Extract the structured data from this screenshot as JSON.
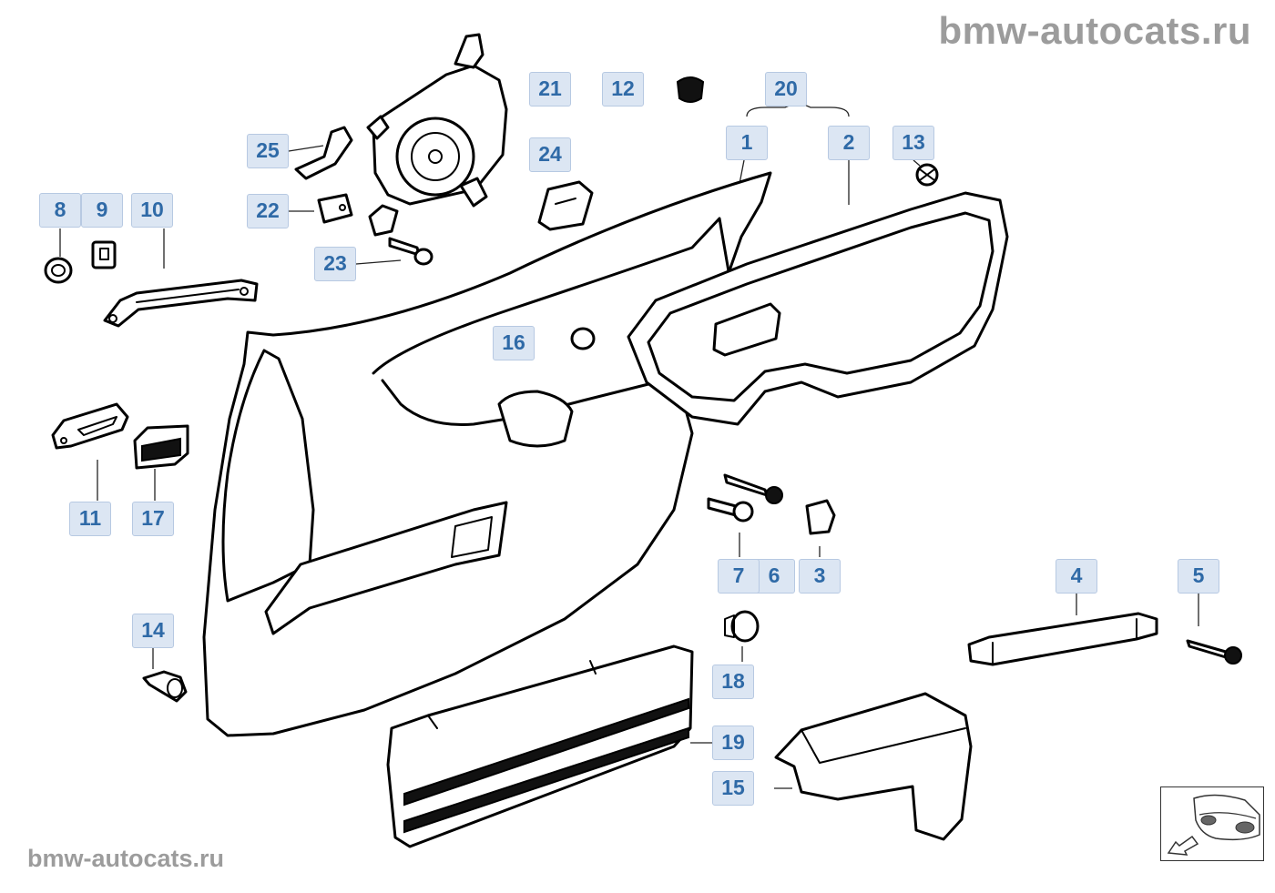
{
  "watermark": {
    "top": "bmw-autocats.ru",
    "bottom": "bmw-autocats.ru"
  },
  "callouts": [
    {
      "id": "1",
      "label": "1"
    },
    {
      "id": "2",
      "label": "2"
    },
    {
      "id": "3",
      "label": "3"
    },
    {
      "id": "4",
      "label": "4"
    },
    {
      "id": "5",
      "label": "5"
    },
    {
      "id": "6",
      "label": "6"
    },
    {
      "id": "7",
      "label": "7"
    },
    {
      "id": "8",
      "label": "8"
    },
    {
      "id": "9",
      "label": "9"
    },
    {
      "id": "10",
      "label": "10"
    },
    {
      "id": "11",
      "label": "11"
    },
    {
      "id": "12",
      "label": "12"
    },
    {
      "id": "13",
      "label": "13"
    },
    {
      "id": "14",
      "label": "14"
    },
    {
      "id": "15",
      "label": "15"
    },
    {
      "id": "16",
      "label": "16"
    },
    {
      "id": "17",
      "label": "17"
    },
    {
      "id": "18",
      "label": "18"
    },
    {
      "id": "19",
      "label": "19"
    },
    {
      "id": "20",
      "label": "20"
    },
    {
      "id": "21",
      "label": "21"
    },
    {
      "id": "22",
      "label": "22"
    },
    {
      "id": "23",
      "label": "23"
    },
    {
      "id": "24",
      "label": "24"
    },
    {
      "id": "25",
      "label": "25"
    }
  ],
  "colors": {
    "label_bg": "#dce6f3",
    "label_text": "#2f6aa7",
    "watermark": "#9c9c9c"
  },
  "nav_thumbnail": {
    "icon": "car-front-arrow-icon"
  }
}
